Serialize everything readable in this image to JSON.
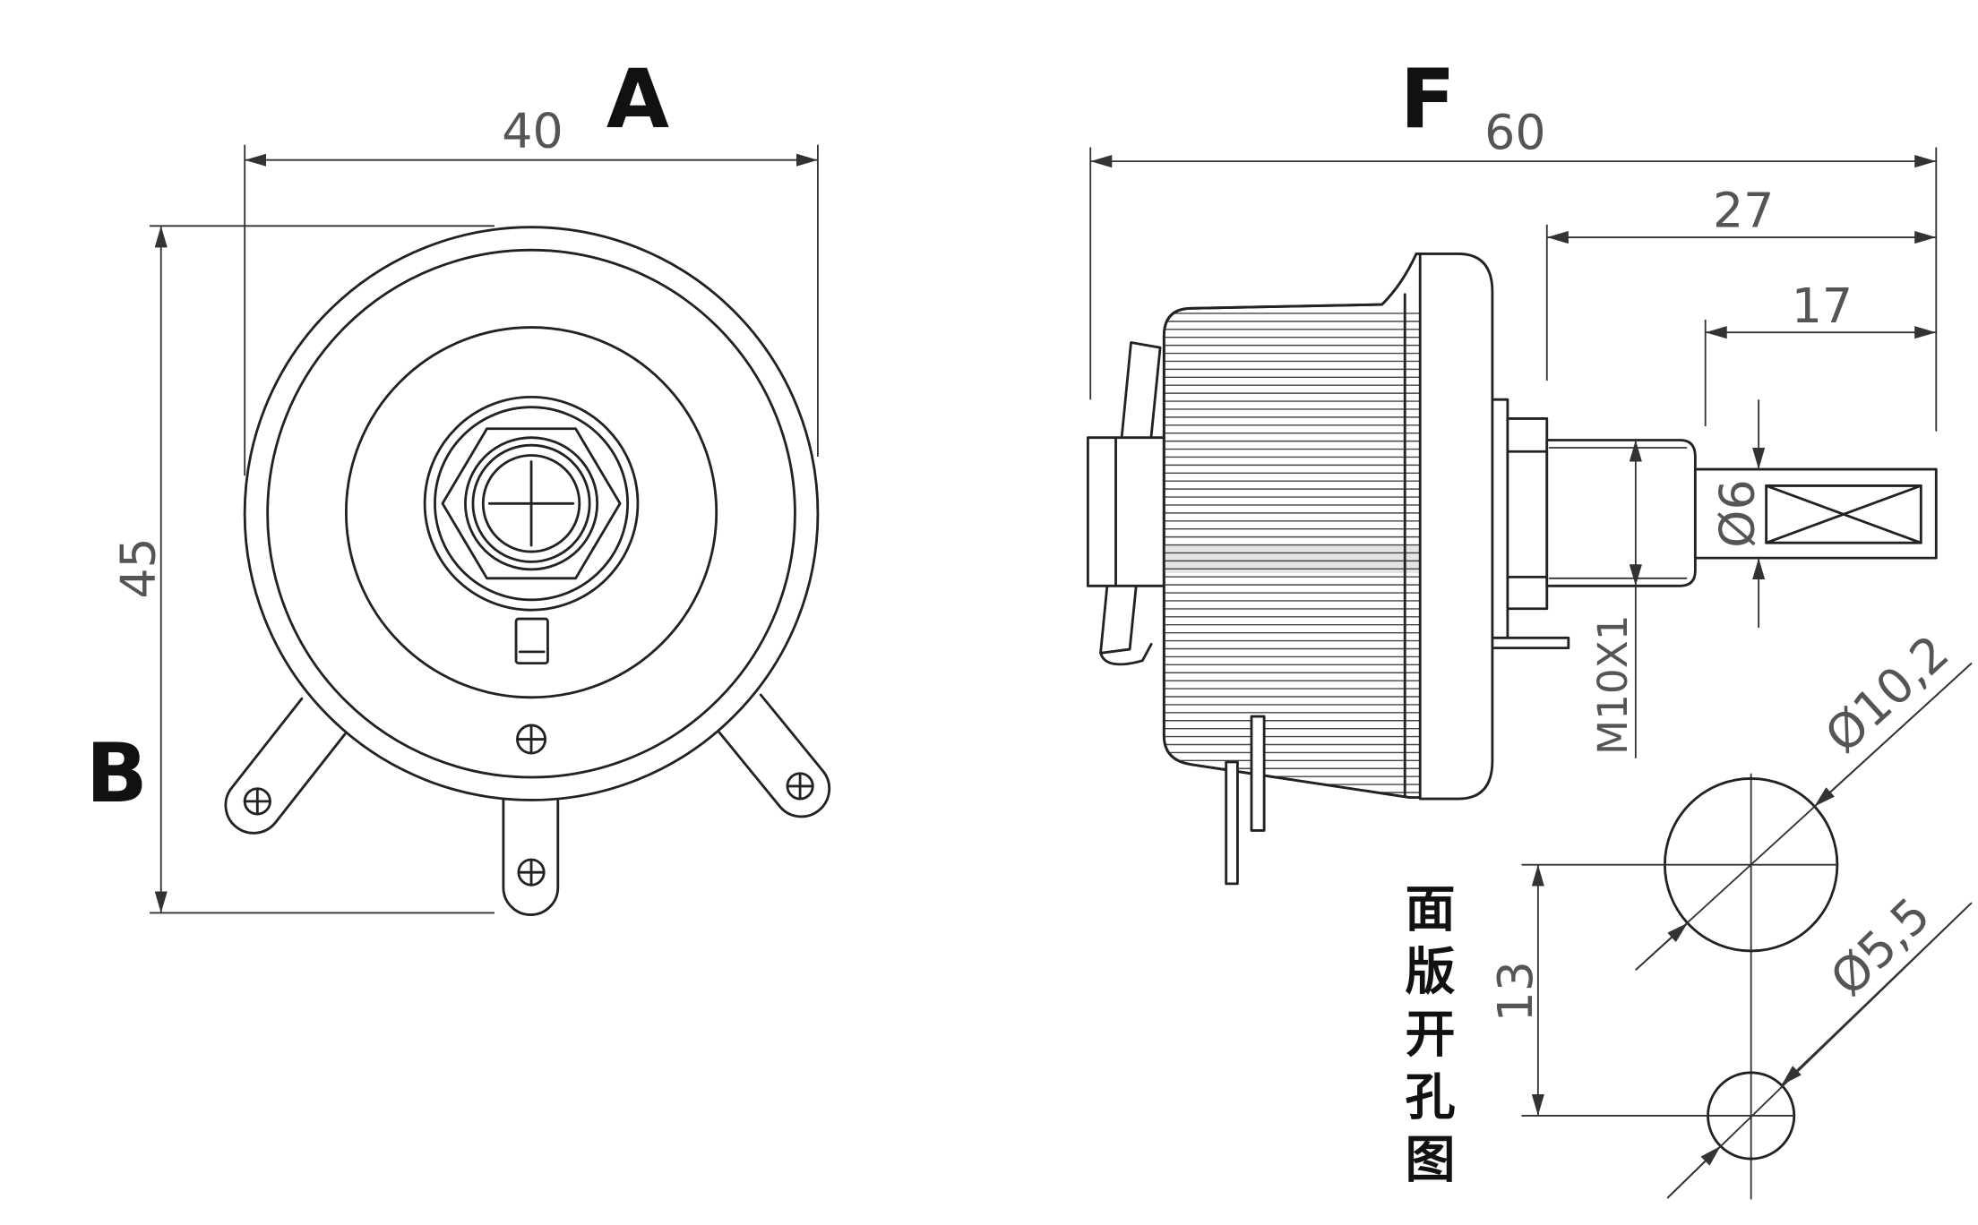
{
  "front_view": {
    "label": "A",
    "width_dim": "40",
    "height_dim": "45",
    "side_label": "B"
  },
  "side_view": {
    "label": "F",
    "overall_length_dim": "60",
    "bushing_shaft_dim": "27",
    "shaft_dim": "17",
    "shaft_diameter_dim": "Ø6",
    "thread_dim": "M10X1"
  },
  "panel_cutout": {
    "title": "面版开孔图",
    "large_hole_dim": "Ø10,2",
    "small_hole_dim": "Ø5,5",
    "hole_spacing_dim": "13"
  },
  "colors": {
    "line": "#222222",
    "dimension_text": "#555555",
    "background": "#ffffff"
  }
}
